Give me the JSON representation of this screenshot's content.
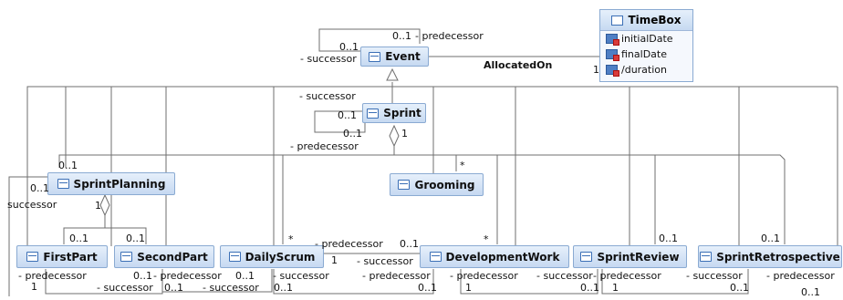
{
  "classes": {
    "event": "Event",
    "sprint": "Sprint",
    "sprint_planning": "SprintPlanning",
    "grooming": "Grooming",
    "first_part": "FirstPart",
    "second_part": "SecondPart",
    "daily_scrum": "DailyScrum",
    "development_work": "DevelopmentWork",
    "sprint_review": "SprintReview",
    "sprint_retrospective": "SprintRetrospective"
  },
  "timebox": {
    "title": "TimeBox",
    "attributes": [
      "initialDate",
      "finalDate",
      "/duration"
    ]
  },
  "association": {
    "allocated_on": "AllocatedOn"
  },
  "roles": {
    "successor": "- successor",
    "predecessor": "- predecessor",
    "successor_bare": "successor"
  },
  "mult": {
    "zero_one": "0..1",
    "one": "1",
    "many": "*"
  }
}
